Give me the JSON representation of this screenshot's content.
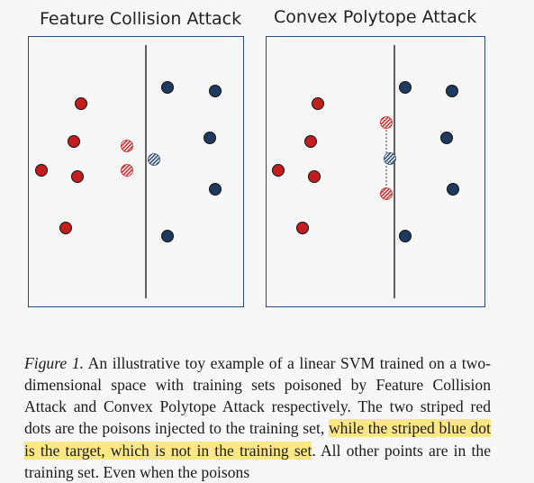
{
  "panels": [
    {
      "title": "Feature Collision Attack",
      "colors": {
        "red": "#c41d1d",
        "blue": "#1f3a5f",
        "stripe_red": "#d12c2c",
        "stripe_blue": "#2b4a75"
      }
    },
    {
      "title": "Convex Polytope Attack",
      "colors": {
        "red": "#c41d1d",
        "blue": "#1f3a5f",
        "stripe_red": "#d12c2c",
        "stripe_blue": "#2b4a75"
      }
    }
  ],
  "caption": {
    "label": "Figure 1.",
    "text_1": " An illustrative toy example of a linear SVM trained on a two-dimensional space with training sets poisoned by Feature Collision Attack and Convex Polytope Attack respectively. The two striped red dots are the poisons injected to the training set, ",
    "highlight": "while the striped blue dot is the target, which is not in the training set",
    "text_2": ". All other points are in the training set. Even when the poisons"
  },
  "highlight_color": "#fbe785"
}
